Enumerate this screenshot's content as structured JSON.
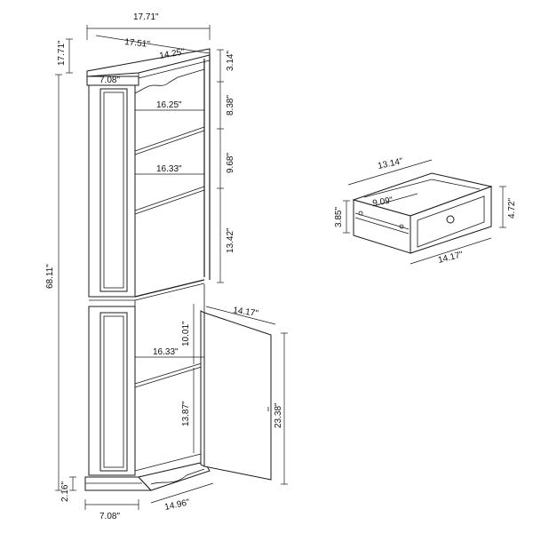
{
  "dimensions": {
    "top_width": "17.71\"",
    "top_diagonal": "17.51\"",
    "top_inner_diagonal": "14.25\"",
    "top_depth": "17.71\"",
    "side_width_top": "7.08\"",
    "crown_height": "3.14\"",
    "shelf_gap_1": "8.38\"",
    "shelf_width_1": "16.25\"",
    "shelf_gap_2": "9.68\"",
    "shelf_width_2": "16.33\"",
    "shelf_gap_3": "13.42\"",
    "total_height": "68.11\"",
    "door_width": "14.17\"",
    "lower_gap_1": "10.01\"",
    "lower_shelf_width": "16.33\"",
    "lower_gap_2": "13.87\"",
    "door_height": "23.38\"",
    "base_height": "2.16\"",
    "base_side_width": "7.08\"",
    "base_diagonal": "14.96\"",
    "drawer_depth": "13.14\"",
    "drawer_inner": "9.09\"",
    "drawer_height_inner": "3.85\"",
    "drawer_height": "4.72\"",
    "drawer_width": "14.17\""
  }
}
